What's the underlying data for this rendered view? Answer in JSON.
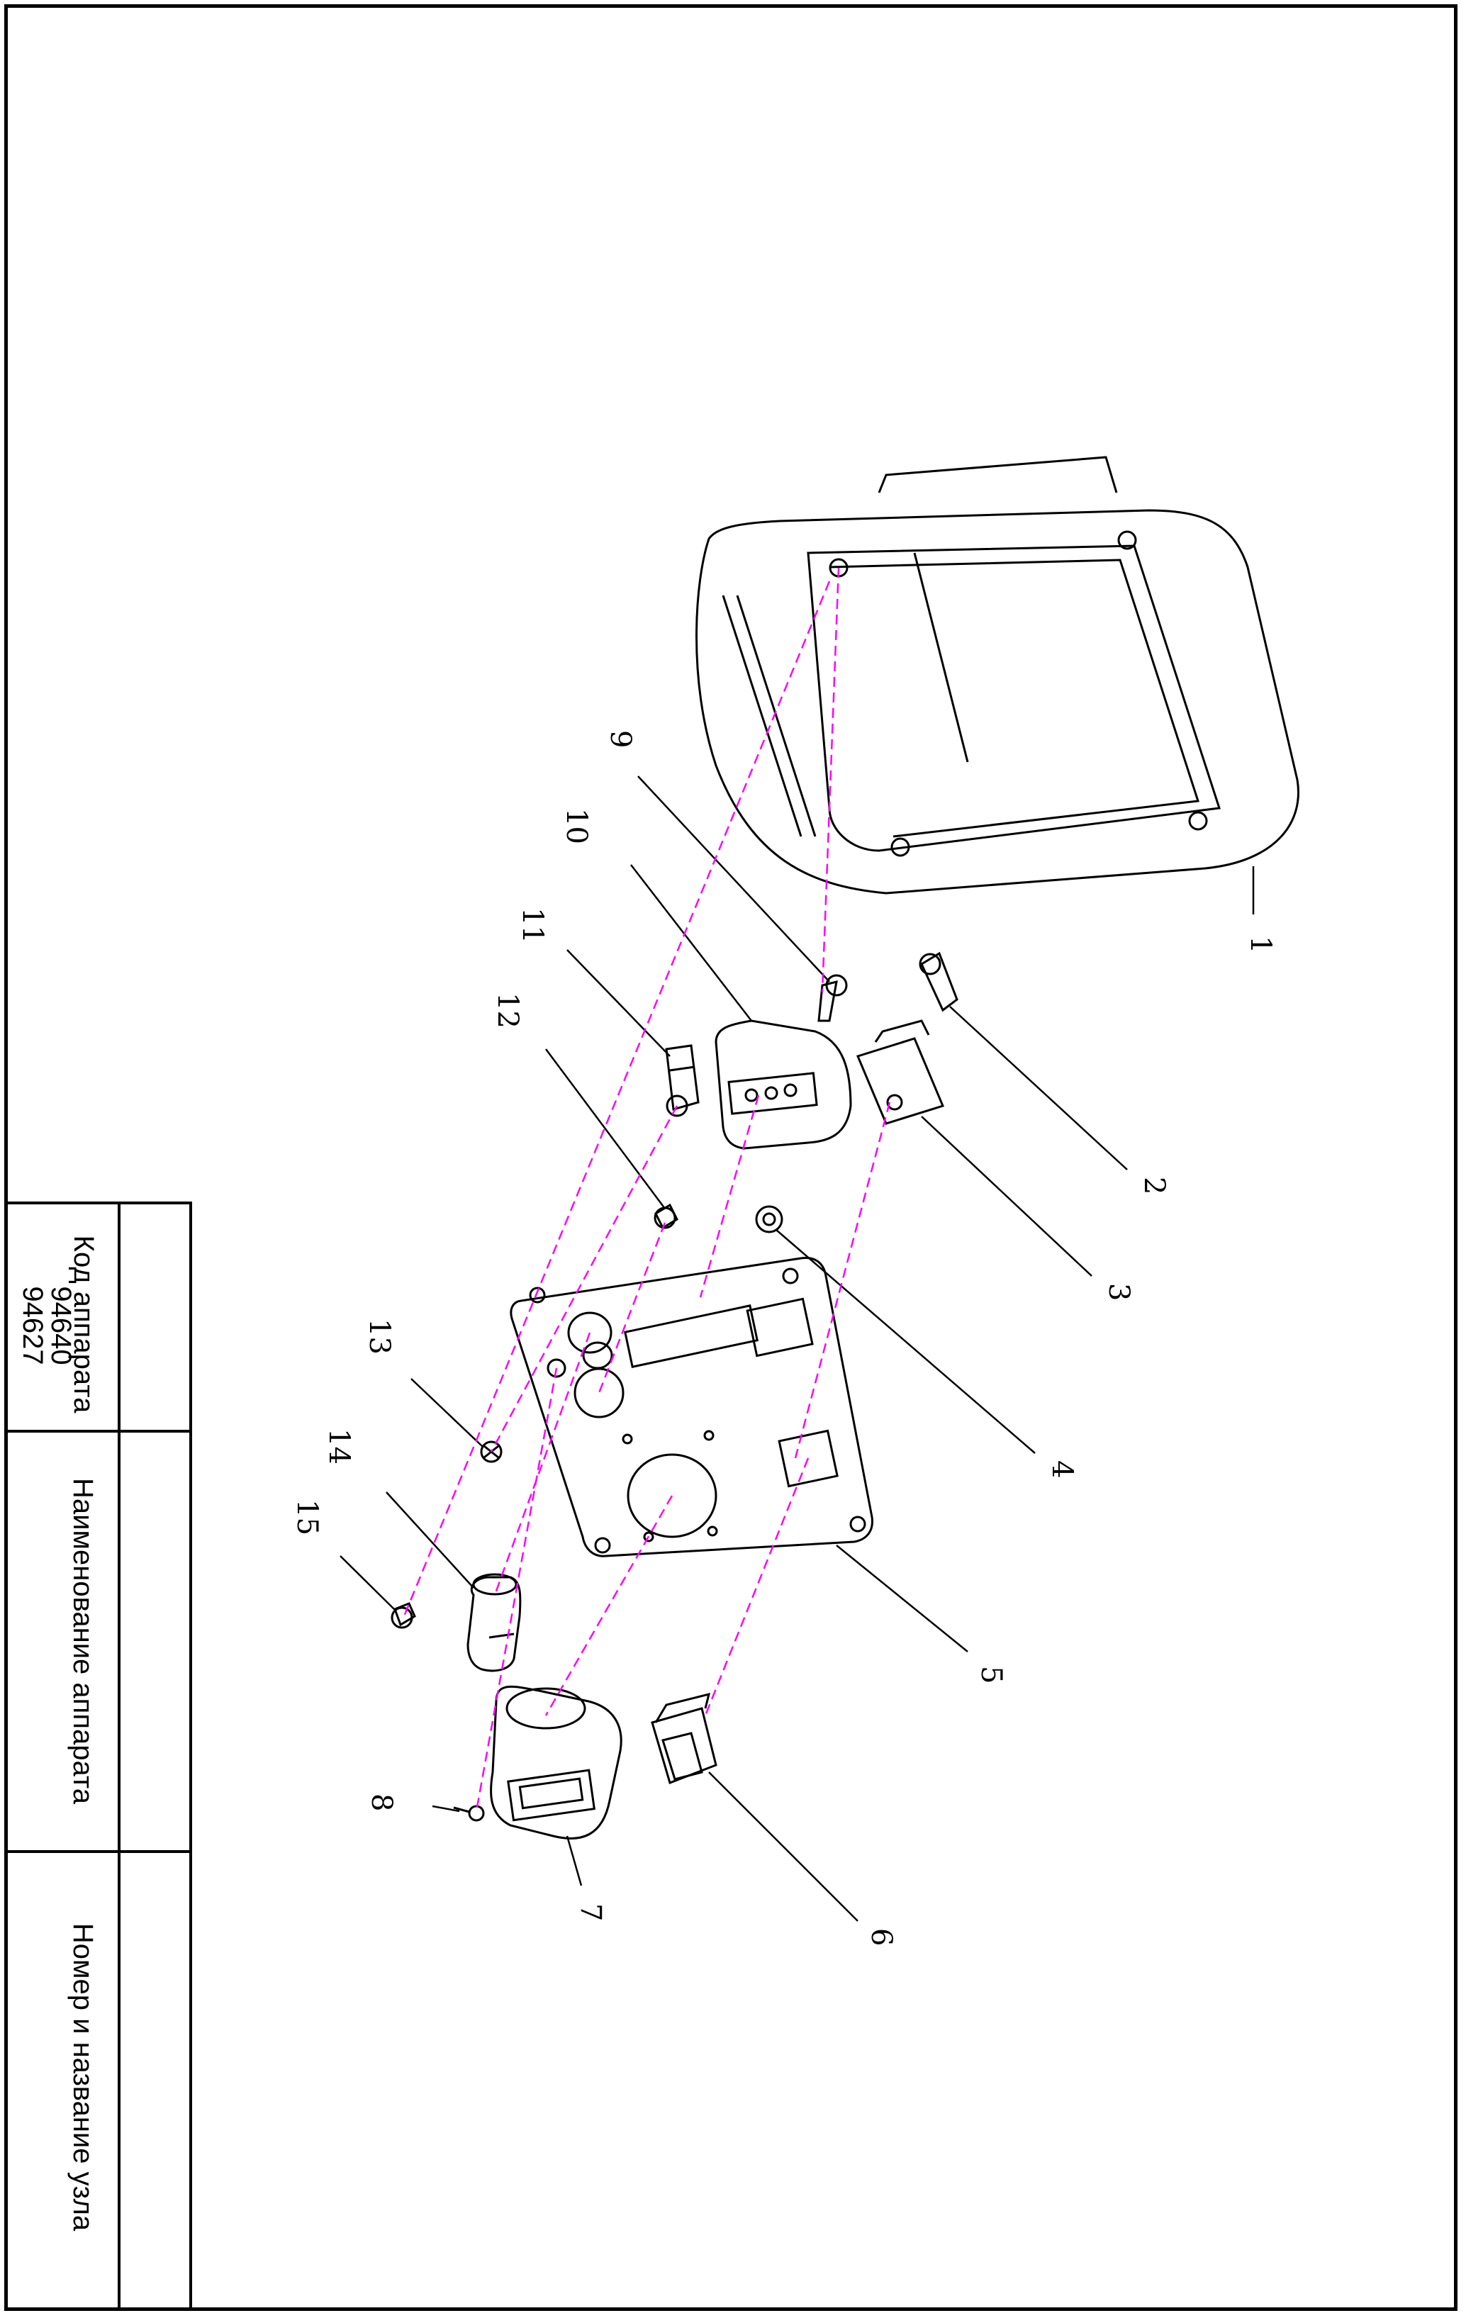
{
  "table": {
    "headers": {
      "code": "Код аппарата",
      "name": "Наименование аппарата",
      "node": "Номер и название узла"
    },
    "codes": [
      "94640",
      "94627"
    ],
    "name_value": "",
    "node_value": ""
  },
  "callouts": [
    "1",
    "2",
    "3",
    "4",
    "5",
    "6",
    "7",
    "8",
    "9",
    "10",
    "11",
    "12",
    "13",
    "14",
    "15"
  ],
  "colors": {
    "line": "#000000",
    "leader_dashed": "#ff00ff"
  }
}
